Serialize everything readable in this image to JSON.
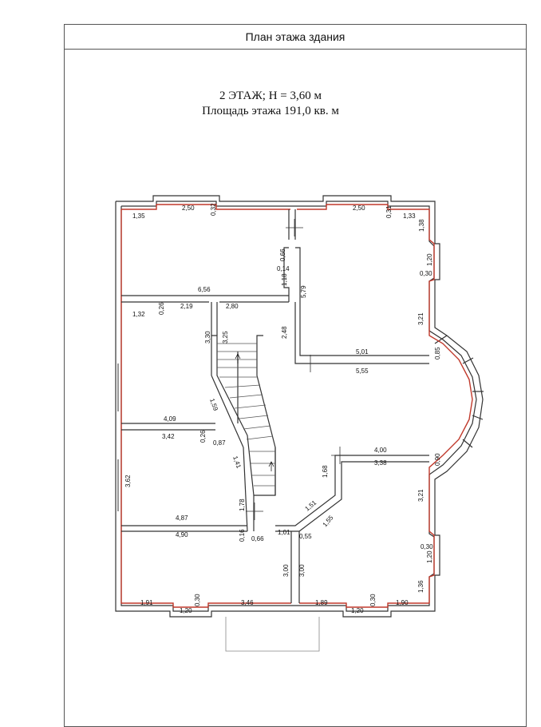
{
  "header": {
    "title": "План этажа здания"
  },
  "floor": {
    "level_label": "2 ЭТАЖ; H = 3,60 м",
    "area_label": "Площадь этажа 191,0 кв. м"
  },
  "colors": {
    "wall": "#333333",
    "red_line": "#c0392b",
    "sheet_border": "#555555"
  },
  "dimensions": [
    {
      "id": "d1",
      "text": "1,35"
    },
    {
      "id": "d2",
      "text": "2,50"
    },
    {
      "id": "d3",
      "text": "0,32"
    },
    {
      "id": "d4",
      "text": "2,50"
    },
    {
      "id": "d5",
      "text": "0,31"
    },
    {
      "id": "d6",
      "text": "1,33"
    },
    {
      "id": "d7",
      "text": "1,38"
    },
    {
      "id": "d8",
      "text": "1,20"
    },
    {
      "id": "d9",
      "text": "0,30"
    },
    {
      "id": "d10",
      "text": "0,66"
    },
    {
      "id": "d11",
      "text": "0,14"
    },
    {
      "id": "d12",
      "text": "1,18"
    },
    {
      "id": "d13",
      "text": "5,79"
    },
    {
      "id": "d14",
      "text": "6,56"
    },
    {
      "id": "d15",
      "text": "1,32"
    },
    {
      "id": "d16",
      "text": "0,26"
    },
    {
      "id": "d17",
      "text": "2,19"
    },
    {
      "id": "d18",
      "text": "2,80"
    },
    {
      "id": "d19",
      "text": "3,21"
    },
    {
      "id": "d20",
      "text": "3,30"
    },
    {
      "id": "d21",
      "text": "3,25"
    },
    {
      "id": "d22",
      "text": "2,48"
    },
    {
      "id": "d23",
      "text": "5,01"
    },
    {
      "id": "d24",
      "text": "0,85"
    },
    {
      "id": "d25",
      "text": "5,55"
    },
    {
      "id": "d26",
      "text": "1,59"
    },
    {
      "id": "d27",
      "text": "4,09"
    },
    {
      "id": "d28",
      "text": "3,42"
    },
    {
      "id": "d29",
      "text": "0,26"
    },
    {
      "id": "d30",
      "text": "0,87"
    },
    {
      "id": "d31",
      "text": "4,00"
    },
    {
      "id": "d32",
      "text": "3,38"
    },
    {
      "id": "d33",
      "text": "0,90"
    },
    {
      "id": "d34",
      "text": "1,41"
    },
    {
      "id": "d35",
      "text": "3,62"
    },
    {
      "id": "d36",
      "text": "1,68"
    },
    {
      "id": "d37",
      "text": "3,21"
    },
    {
      "id": "d38",
      "text": "1,51"
    },
    {
      "id": "d39",
      "text": "1,78"
    },
    {
      "id": "d40",
      "text": "1,55"
    },
    {
      "id": "d41",
      "text": "4,87"
    },
    {
      "id": "d42",
      "text": "1,01"
    },
    {
      "id": "d43",
      "text": "4,90"
    },
    {
      "id": "d44",
      "text": "0,16"
    },
    {
      "id": "d45",
      "text": "0,66"
    },
    {
      "id": "d46",
      "text": "0,55"
    },
    {
      "id": "d47",
      "text": "0,30"
    },
    {
      "id": "d48",
      "text": "1,20"
    },
    {
      "id": "d49",
      "text": "3,00"
    },
    {
      "id": "d50",
      "text": "3,00"
    },
    {
      "id": "d51",
      "text": "1,36"
    },
    {
      "id": "d52",
      "text": "1,91"
    },
    {
      "id": "d53",
      "text": "0,30"
    },
    {
      "id": "d54",
      "text": "3,46"
    },
    {
      "id": "d55",
      "text": "1,89"
    },
    {
      "id": "d56",
      "text": "1,20"
    },
    {
      "id": "d57",
      "text": "1,20"
    },
    {
      "id": "d58",
      "text": "0,30"
    },
    {
      "id": "d59",
      "text": "1,90"
    }
  ]
}
